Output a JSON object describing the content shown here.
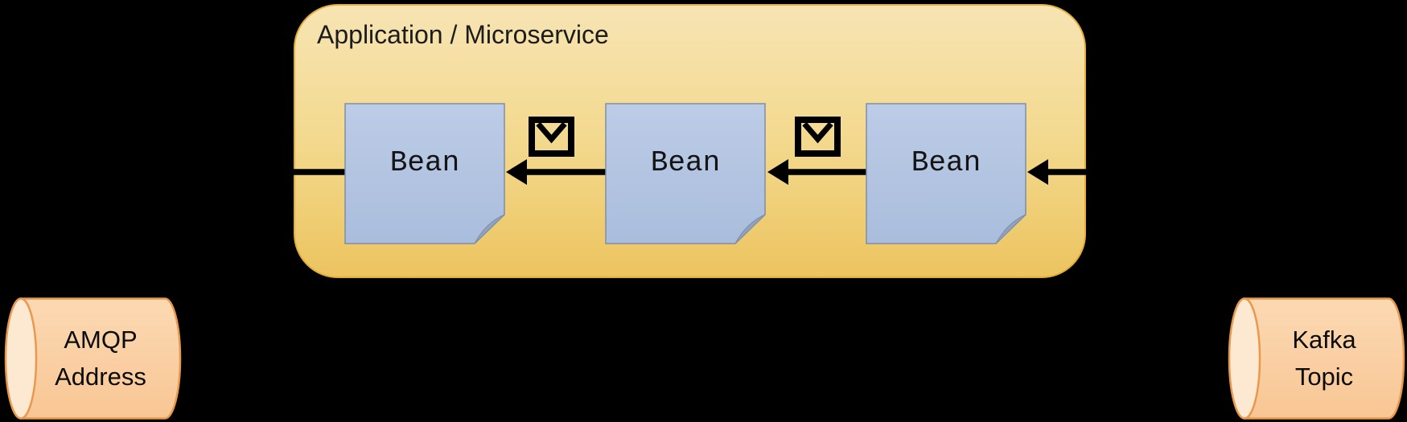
{
  "application": {
    "title": "Application / Microservice"
  },
  "beans": [
    {
      "label": "Bean"
    },
    {
      "label": "Bean"
    },
    {
      "label": "Bean"
    }
  ],
  "queues": {
    "amqp": {
      "line1": "AMQP",
      "line2": "Address"
    },
    "kafka": {
      "line1": "Kafka",
      "line2": "Topic"
    }
  },
  "icons": {
    "message1": "envelope-icon",
    "message2": "envelope-icon"
  },
  "flow": {
    "direction": "right-to-left",
    "arrow_color": "#000000"
  },
  "colors": {
    "background": "#000000",
    "app_box_fill_top": "#f7e4b3",
    "app_box_fill_bottom": "#ecc45f",
    "app_box_border": "#e2ad3a",
    "bean_fill_top": "#bdcce7",
    "bean_fill_bottom": "#a9bddc",
    "bean_border": "#7e8ea6",
    "bean_fold": "#90a3c3",
    "cylinder_fill_top": "#fcd9b3",
    "cylinder_fill_bottom": "#f8c694",
    "cylinder_cap": "#fde8d2",
    "cylinder_border": "#e8994d"
  }
}
